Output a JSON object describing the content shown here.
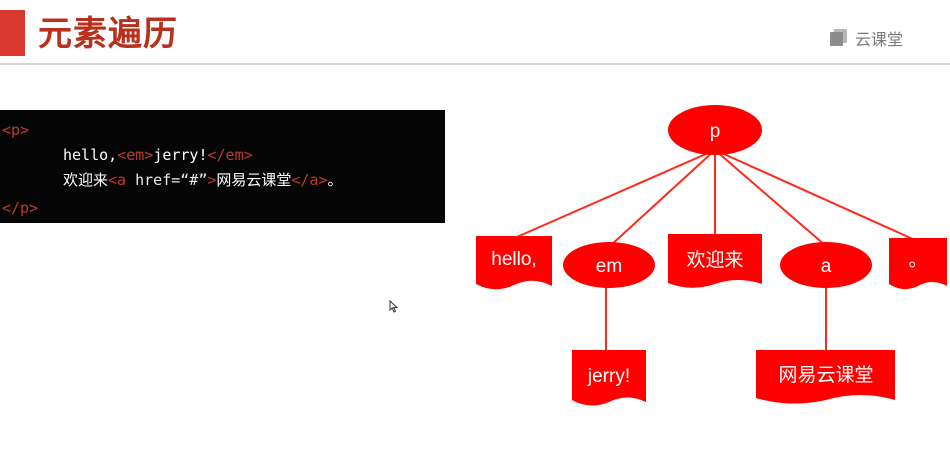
{
  "header": {
    "title": "元素遍历",
    "logo_text": "云课堂",
    "accent_color": "#d8382d"
  },
  "code": {
    "lines": [
      [
        "<p>"
      ],
      [
        "hello,",
        "<em>",
        "jerry!",
        "</em>"
      ],
      [
        "欢迎来",
        "<a ",
        "href=",
        "“#”",
        ">",
        "网易云课堂",
        "</a>",
        "。"
      ],
      [
        "</p>"
      ]
    ]
  },
  "tree": {
    "root": "p",
    "children": [
      "hello,",
      "em",
      "欢迎来",
      "a",
      "。"
    ],
    "em_child": "jerry!",
    "a_child": "网易云课堂",
    "node_color": "#ff0000"
  }
}
